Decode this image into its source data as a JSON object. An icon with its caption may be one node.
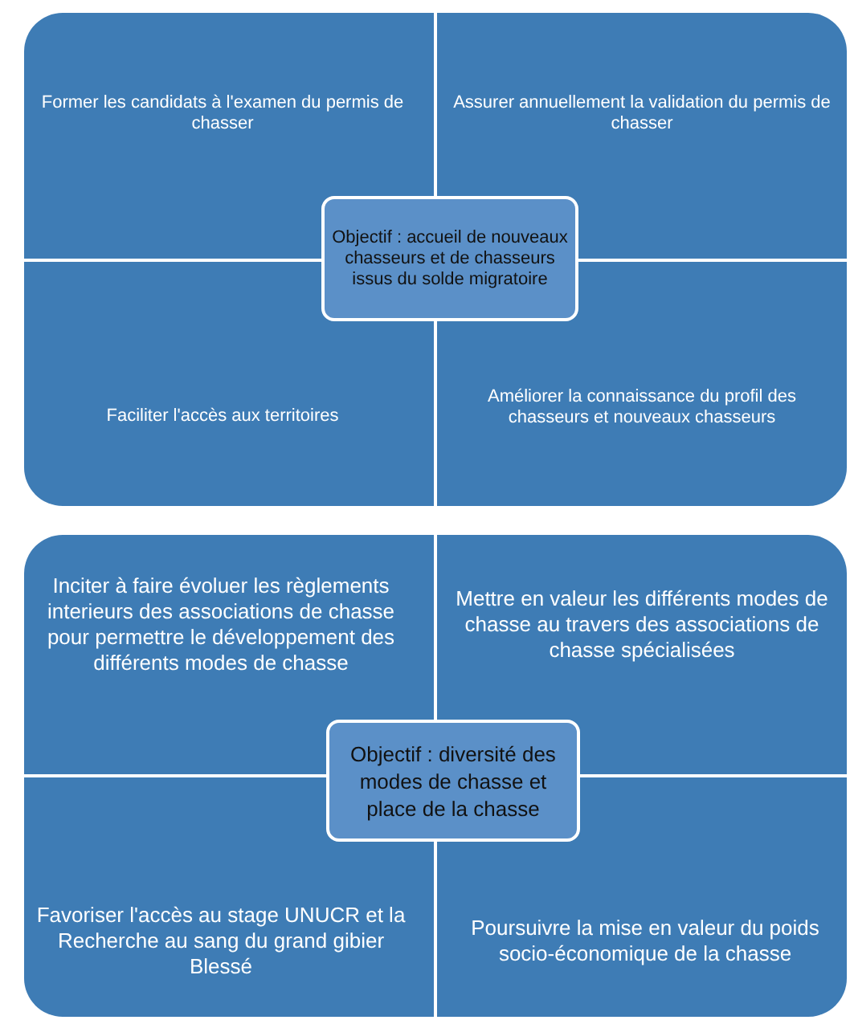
{
  "diagram": {
    "nodes": [
      {
        "text": [
          "Former les candidats à l'examen du permis de chasser"
        ]
      },
      {
        "text": [
          "Assurer annuellement la validation du permis de chasser"
        ]
      },
      {
        "text": [
          "Objectif : accueil de nouveaux chasseurs et de chasseurs issus du solde migratoire"
        ]
      },
      {
        "text": [
          "Faciliter l'accès aux territoires"
        ]
      },
      {
        "text": [
          "Améliorer la connaissance du profil des chasseurs et nouveaux chasseurs"
        ]
      },
      {
        "text": [
          "Inciter à faire évoluer les règlements interieurs des associations de chasse pour permettre le développement des différents modes de chasse"
        ]
      },
      {
        "text": [
          "Mettre en valeur les différents modes de chasse au travers des associations de chasse spécialisées"
        ]
      },
      {
        "text": [
          "Objectif : diversité des modes de chasse et place de la chasse"
        ]
      },
      {
        "text": [
          "Favoriser l'accès au stage UNUCR et la Recherche au sang du grand gibier Blessé"
        ]
      },
      {
        "text": [
          "Poursuivre la mise en valeur du poids socio-économique de la chasse"
        ]
      }
    ]
  }
}
